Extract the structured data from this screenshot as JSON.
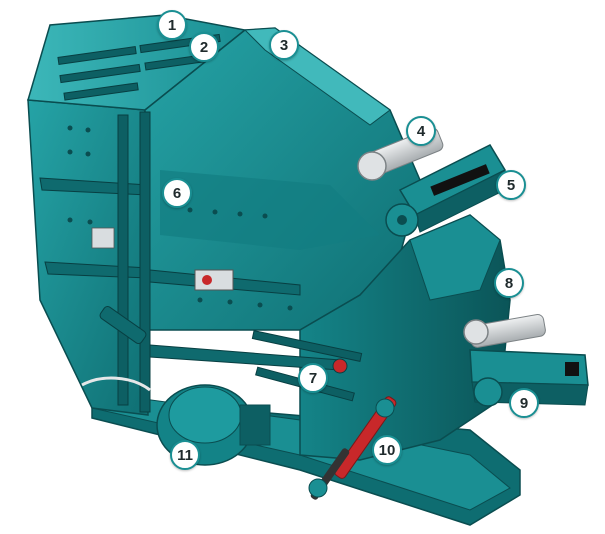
{
  "image": {
    "subject": "impact crusher machine cutaway illustration",
    "colors": {
      "body": "#1a8f93",
      "body_dark": "#0d5f63",
      "body_light": "#3fb4b6",
      "steel": "#c9cdd0",
      "cylinder_red": "#c8282a",
      "callout_border": "#1a8f93",
      "callout_text": "#1f2a2c"
    }
  },
  "callouts": [
    {
      "label": "1"
    },
    {
      "label": "2"
    },
    {
      "label": "3"
    },
    {
      "label": "4"
    },
    {
      "label": "5"
    },
    {
      "label": "6"
    },
    {
      "label": "7"
    },
    {
      "label": "8"
    },
    {
      "label": "9"
    },
    {
      "label": "10"
    },
    {
      "label": "11"
    }
  ]
}
